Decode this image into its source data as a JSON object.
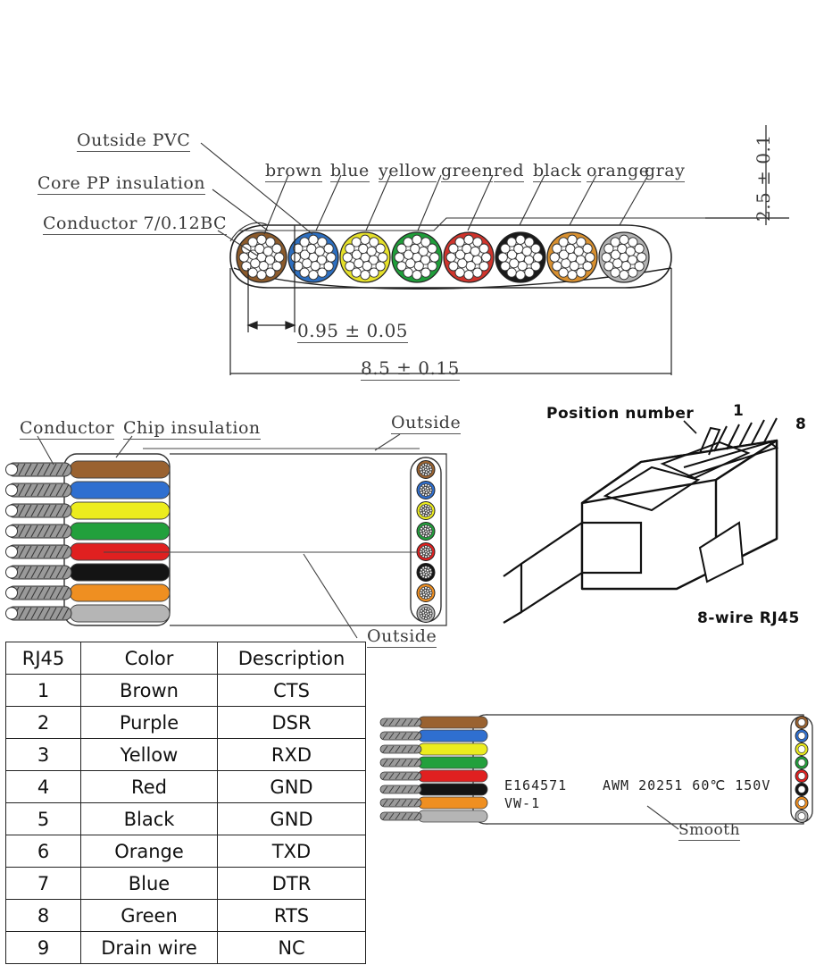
{
  "cross_section": {
    "callouts": [
      {
        "text": "Outside PVC"
      },
      {
        "text": "Core PP insulation"
      },
      {
        "text": "Conductor 7/0.12BC"
      }
    ],
    "wire_labels": [
      "brown",
      "blue",
      "yellow",
      "green",
      "red",
      "black",
      "orange",
      "gray"
    ],
    "wire_colors": [
      "#8b5a2b",
      "#2d6fc0",
      "#e6e12a",
      "#1f9e3a",
      "#d0342c",
      "#1a1a1a",
      "#d89030",
      "#b3b3b3"
    ],
    "dimensions": {
      "pitch": "0.95 ± 0.05",
      "width": "8.5 ± 0.15",
      "thickness": "2.5 ± 0.1"
    }
  },
  "cable_view": {
    "labels": {
      "conductor": "Conductor",
      "chip_insulation": "Chip insulation",
      "outside_top": "Outside",
      "outside_bottom": "Outside"
    },
    "wire_colors": [
      "#9a6230",
      "#2f6fd0",
      "#ecec1e",
      "#22a03c",
      "#e02020",
      "#141414",
      "#ef8f21",
      "#b5b5b5"
    ]
  },
  "rj45": {
    "position_number_label": "Position number",
    "pin_first": "1",
    "pin_last": "8",
    "caption": "8-wire RJ45"
  },
  "pinout_table": {
    "headers": [
      "RJ45",
      "Color",
      "Description"
    ],
    "rows": [
      {
        "pin": "1",
        "color": "Brown",
        "description": "CTS"
      },
      {
        "pin": "2",
        "color": "Purple",
        "description": "DSR"
      },
      {
        "pin": "3",
        "color": "Yellow",
        "description": "RXD"
      },
      {
        "pin": "4",
        "color": "Red",
        "description": "GND"
      },
      {
        "pin": "5",
        "color": "Black",
        "description": "GND"
      },
      {
        "pin": "6",
        "color": "Orange",
        "description": "TXD"
      },
      {
        "pin": "7",
        "color": "Blue",
        "description": "DTR"
      },
      {
        "pin": "8",
        "color": "Green",
        "description": "RTS"
      },
      {
        "pin": "9",
        "color": "Drain wire",
        "description": "NC"
      }
    ]
  },
  "printed_cable": {
    "marking_line1_left": "E164571",
    "marking_line1_right": "AWM 20251 60℃ 150V",
    "marking_line2": "VW-1",
    "surface_label": "Smooth",
    "wire_colors": [
      "#9a6230",
      "#2f6fd0",
      "#ecec1e",
      "#22a03c",
      "#e02020",
      "#141414",
      "#ef8f21",
      "#b5b5b5"
    ]
  }
}
